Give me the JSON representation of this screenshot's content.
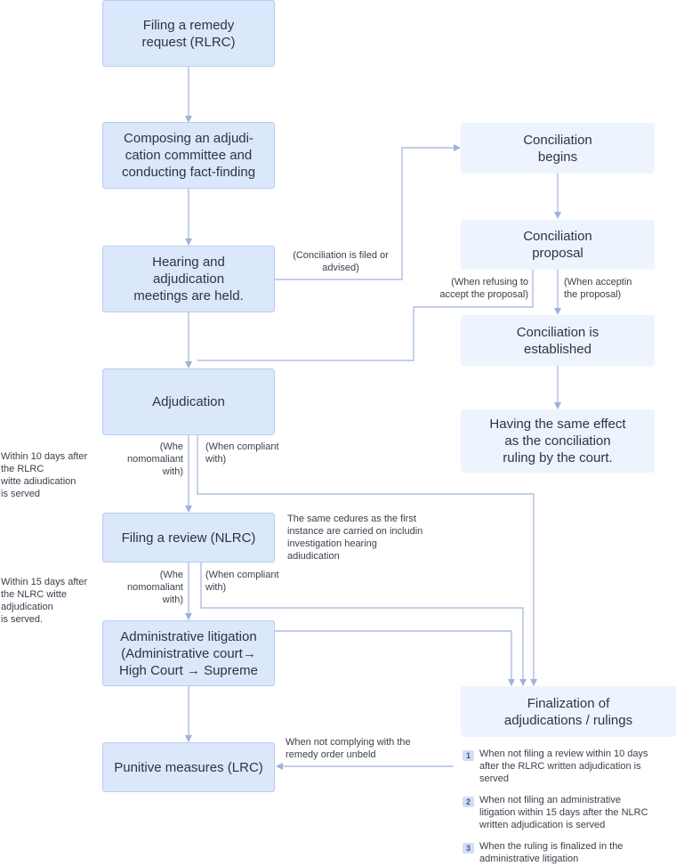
{
  "nodes": {
    "filing_remedy": "Filing a remedy\nrequest (RLRC)",
    "composing": "Composing an adjudi-\ncation committee and\nconducting fact-finding",
    "hearing": "Hearing and\nadjudication\nmeetings are held.",
    "adjudication": "Adjudication",
    "filing_review": "Filing a review (NLRC)",
    "admin_litigation": "Administrative litigation\n(Administrative court→\nHigh Court → Supreme",
    "punitive": "Punitive measures (LRC)",
    "conciliation_begins": "Conciliation\nbegins",
    "conciliation_proposal": "Conciliation\nproposal",
    "conciliation_established": "Conciliation is\nestablished",
    "same_effect": "Having the same effect\nas the conciliation\nruling by the court.",
    "finalization": "Finalization of\nadjudications / rulings"
  },
  "labels": {
    "conciliation_filed": "(Conciliation is filed or\nadvised)",
    "refusing": "(When refusing to\naccept the proposal)",
    "accepting": "(When acceptin\nthe proposal)",
    "within_10": "Within 10 days after\nthe RLRC\nwitte adiudication\nis served",
    "noncompliant_1": "(Whe\nnomomaliant\nwith)",
    "compliant_1": "(When compliant\nwith)",
    "same_procedures": "The same cedures as the first\ninstance are carried on includin\ninvestigation hearing\nadiudication",
    "within_15": "Within 15 days after\nthe NLRC witte\nadjudication\nis served.",
    "noncompliant_2": "(Whe\nnomomaliant\nwith)",
    "compliant_2": "(When compliant\nwith)",
    "not_complying": "When not complying with the\nremedy order unbeld"
  },
  "finalization_notes": [
    {
      "num": "1",
      "text": "When not filing a review within 10 days\nafter the RLRC written adjudication is\nserved"
    },
    {
      "num": "2",
      "text": "When not filing an administrative\nlitigation within 15 days after the NLRC\nwritten adjudication is served"
    },
    {
      "num": "3",
      "text": "When the ruling is finalized in the\nadministrative litigation"
    }
  ],
  "colors": {
    "main_box": "#dbe7fb",
    "side_box": "#eef4fd",
    "arrow": "#9fb2dc"
  }
}
